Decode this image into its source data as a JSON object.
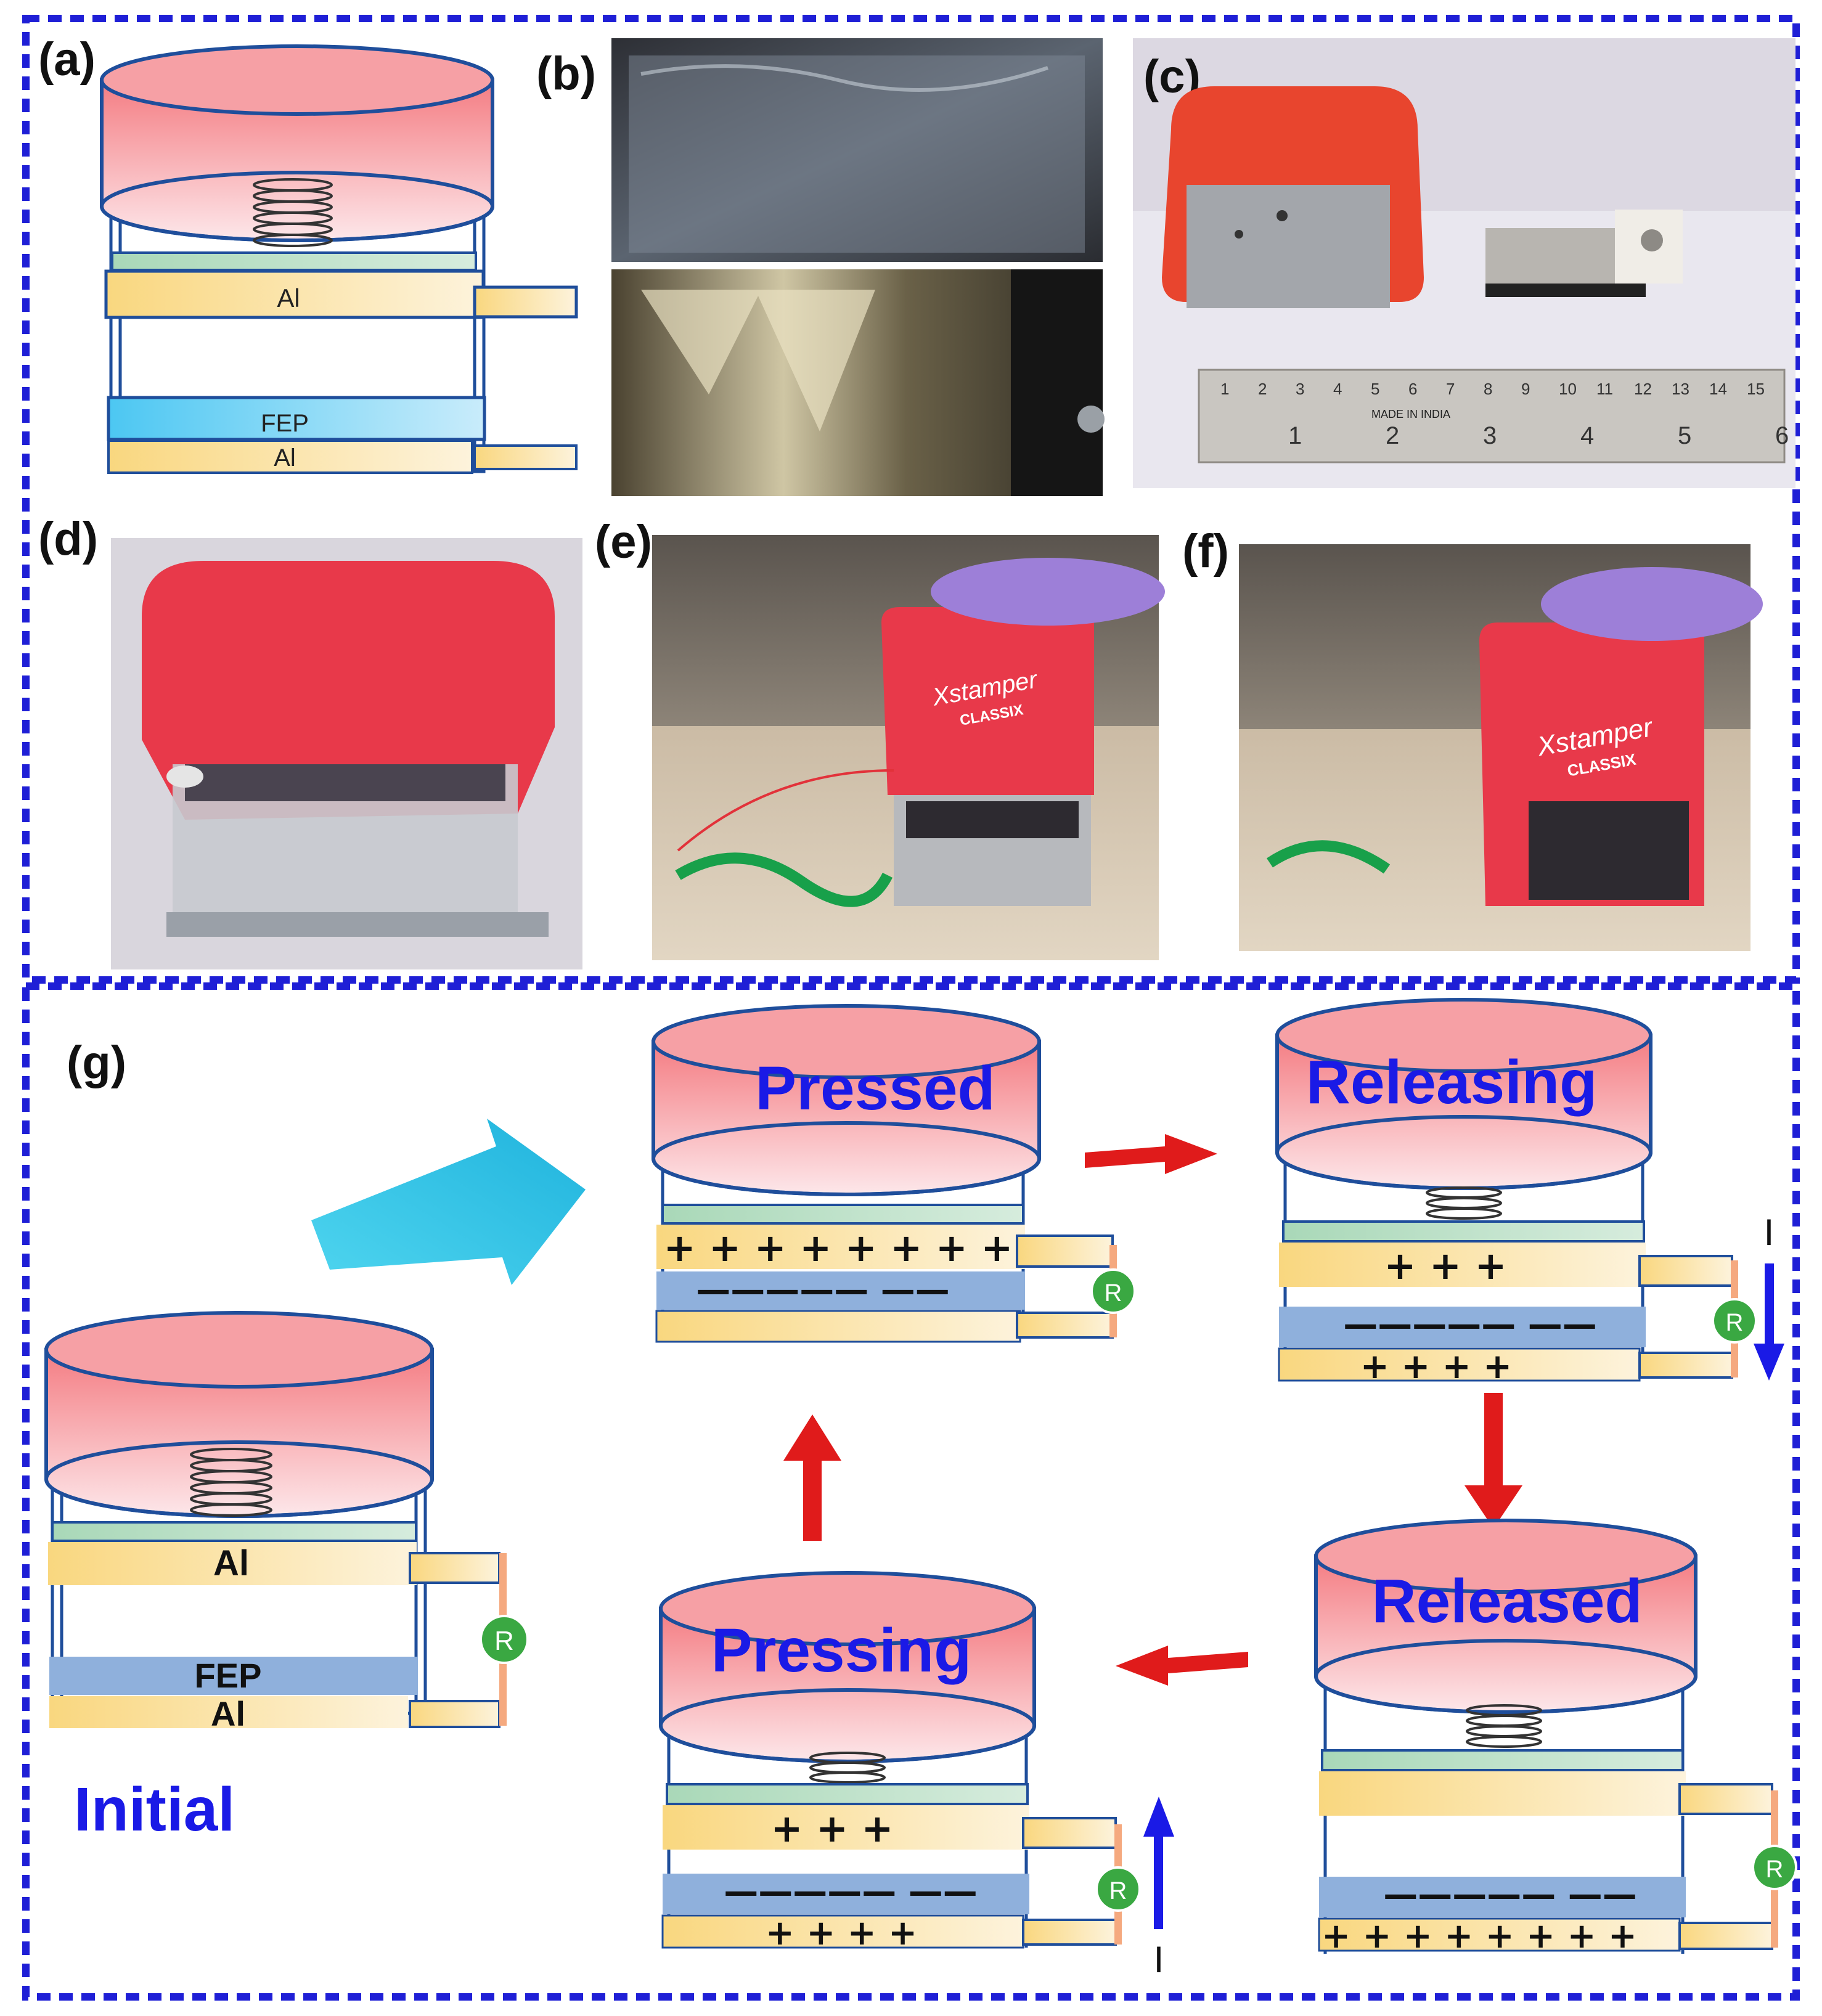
{
  "panels": {
    "a": "(a)",
    "b": "(b)",
    "c": "(c)",
    "d": "(d)",
    "e": "(e)",
    "f": "(f)",
    "g": "(g)"
  },
  "layers": {
    "al": "Al",
    "fep": "FEP"
  },
  "resistor": "R",
  "current": "I",
  "states": {
    "initial": "Initial",
    "pressed": "Pressed",
    "releasing": "Releasing",
    "released": "Released",
    "pressing": "Pressing"
  },
  "charges": {
    "pressed_top": "+ + + + + + + +",
    "pressed_fep": "————— ——",
    "releasing_top": "+ +   +",
    "releasing_fep": "————— ——",
    "releasing_bottom": "+ +   + +",
    "released_fep": "————— ——",
    "released_bottom": "+ + + + + +   + +",
    "pressing_top": "+ +   +",
    "pressing_fep": "————— ——",
    "pressing_bottom": "+ +   + +"
  },
  "photo_text": {
    "brand": "Xstamper",
    "model": "CLASSIX",
    "ruler_origin": "MADE IN INDIA",
    "ruler_cm": [
      "1",
      "2",
      "3",
      "4",
      "5",
      "6",
      "7",
      "8",
      "9",
      "10",
      "11",
      "12",
      "13",
      "14",
      "15"
    ],
    "ruler_in": [
      "1",
      "2",
      "3",
      "4",
      "5",
      "6"
    ]
  },
  "colors": {
    "frame_border": "#1f1fd6",
    "cap_fill": "#f48a8f",
    "outline": "#1f4e9b",
    "al": "#fbe3a4",
    "fep": "#8fb0dc",
    "fep_light": "#79d2f2",
    "green_film": "#b8dcc0",
    "resistor_bar": "#f5a97f",
    "resistor_circle": "#3aa842",
    "arrow_red": "#e01b1b",
    "arrow_cyan": "#3ec9e6",
    "current_arrow": "#1a1ae6",
    "stamp_red": "#e8394a"
  }
}
